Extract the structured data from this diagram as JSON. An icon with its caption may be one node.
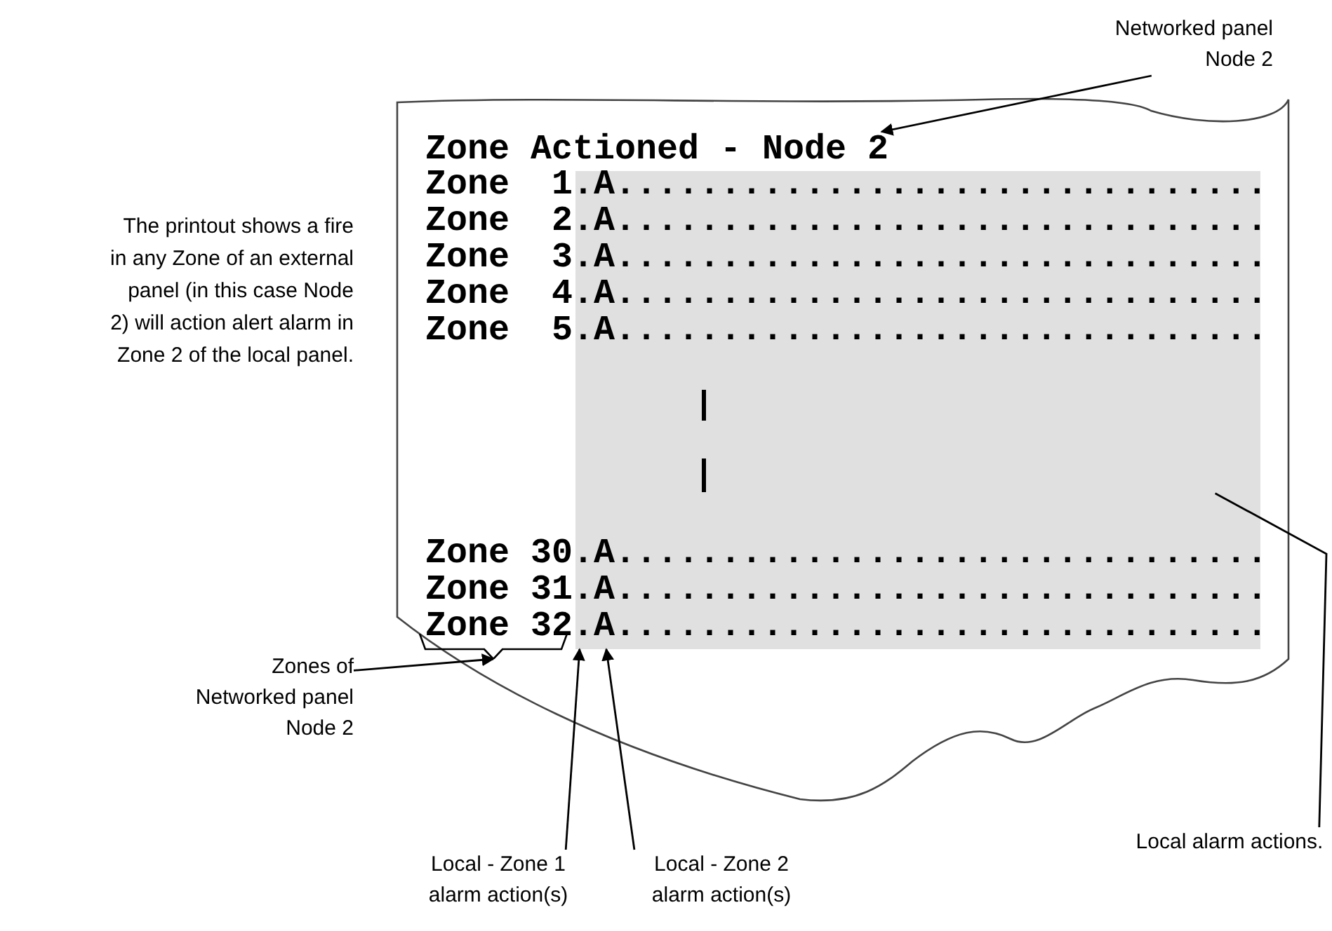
{
  "diagram": {
    "nodes": [
      {
        "text": [],
        "shape": "box"
      },
      {
        "text": [
          "Zone Actioned - Node 2"
        ],
        "in": 0
      },
      {
        "text": [],
        "shape": "box",
        "in": 0
      },
      {
        "text": [],
        "shape": "bracket",
        "in": 0
      },
      {
        "text": [
          "Networked panel Node 2"
        ]
      },
      {
        "text": [
          "Zones of Networked panel Node 2"
        ]
      },
      {
        "text": [
          "Local - Zone 1 alarm action(s)"
        ]
      },
      {
        "text": [
          "Local - Zone 2 alarm action(s)"
        ]
      },
      {
        "text": [
          "Local alarm actions."
        ]
      }
    ],
    "edges": [
      {
        "from": 4,
        "to": 1,
        "arrow": "to"
      },
      {
        "from": 5,
        "to": 3,
        "arrow": "to"
      },
      {
        "from": 6,
        "to": 2,
        "arrow": "to"
      },
      {
        "from": 7,
        "to": 2,
        "arrow": "to"
      },
      {
        "from": 8,
        "to": 2,
        "arrow": "none"
      }
    ],
    "labels": [
      "The printout shows a fire in any Zone of an external panel (in this case Node 2) will action alert alarm in Zone 2 of the local panel.",
      "Zone  1.A...............................",
      "Zone  2.A...............................",
      "Zone  3.A...............................",
      "Zone  4.A...............................",
      "Zone  5.A...............................",
      "Zone 30.A...............................",
      "Zone 31.A...............................",
      "Zone 32.A..............................."
    ]
  }
}
